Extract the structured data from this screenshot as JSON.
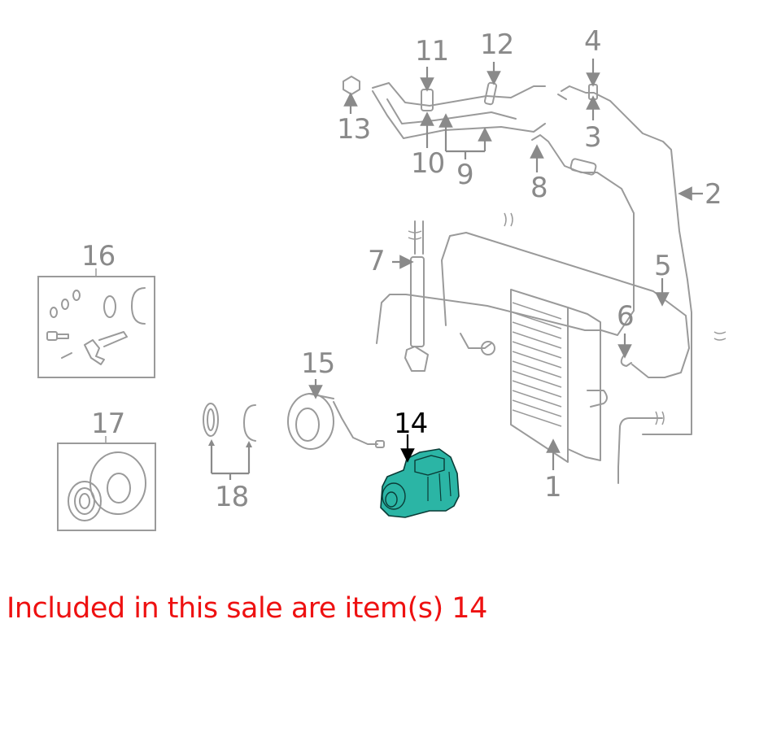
{
  "diagram": {
    "title": "A/C condenser, compressor and lines exploded parts diagram",
    "colors": {
      "line_art": "#9a9a9a",
      "callout_text": "#8a8a8a",
      "highlight_fill": "#2bb5a5",
      "highlight_stroke": "#0a3b36",
      "highlight_callout": "#000000",
      "caption": "#ee1111"
    },
    "callouts": [
      {
        "id": "1",
        "label": "1",
        "part": "condenser"
      },
      {
        "id": "2",
        "label": "2",
        "part": "liquid-line"
      },
      {
        "id": "3",
        "label": "3",
        "part": "fitting-lower"
      },
      {
        "id": "4",
        "label": "4",
        "part": "fitting-upper"
      },
      {
        "id": "5",
        "label": "5",
        "part": "discharge-hose"
      },
      {
        "id": "6",
        "label": "6",
        "part": "hose-fitting"
      },
      {
        "id": "7",
        "label": "7",
        "part": "suction-hose"
      },
      {
        "id": "8",
        "label": "8",
        "part": "hose-end"
      },
      {
        "id": "9",
        "label": "9",
        "part": "manifold-tube"
      },
      {
        "id": "10",
        "label": "10",
        "part": "manifold-port"
      },
      {
        "id": "11",
        "label": "11",
        "part": "service-valve"
      },
      {
        "id": "12",
        "label": "12",
        "part": "pressure-switch"
      },
      {
        "id": "13",
        "label": "13",
        "part": "cap"
      },
      {
        "id": "14",
        "label": "14",
        "part": "compressor",
        "highlighted": true
      },
      {
        "id": "15",
        "label": "15",
        "part": "clutch-coil"
      },
      {
        "id": "16",
        "label": "16",
        "part": "seal-kit"
      },
      {
        "id": "17",
        "label": "17",
        "part": "clutch-pulley"
      },
      {
        "id": "18",
        "label": "18",
        "part": "o-rings"
      }
    ]
  },
  "caption": {
    "text": "Included in this sale are item(s) 14"
  }
}
